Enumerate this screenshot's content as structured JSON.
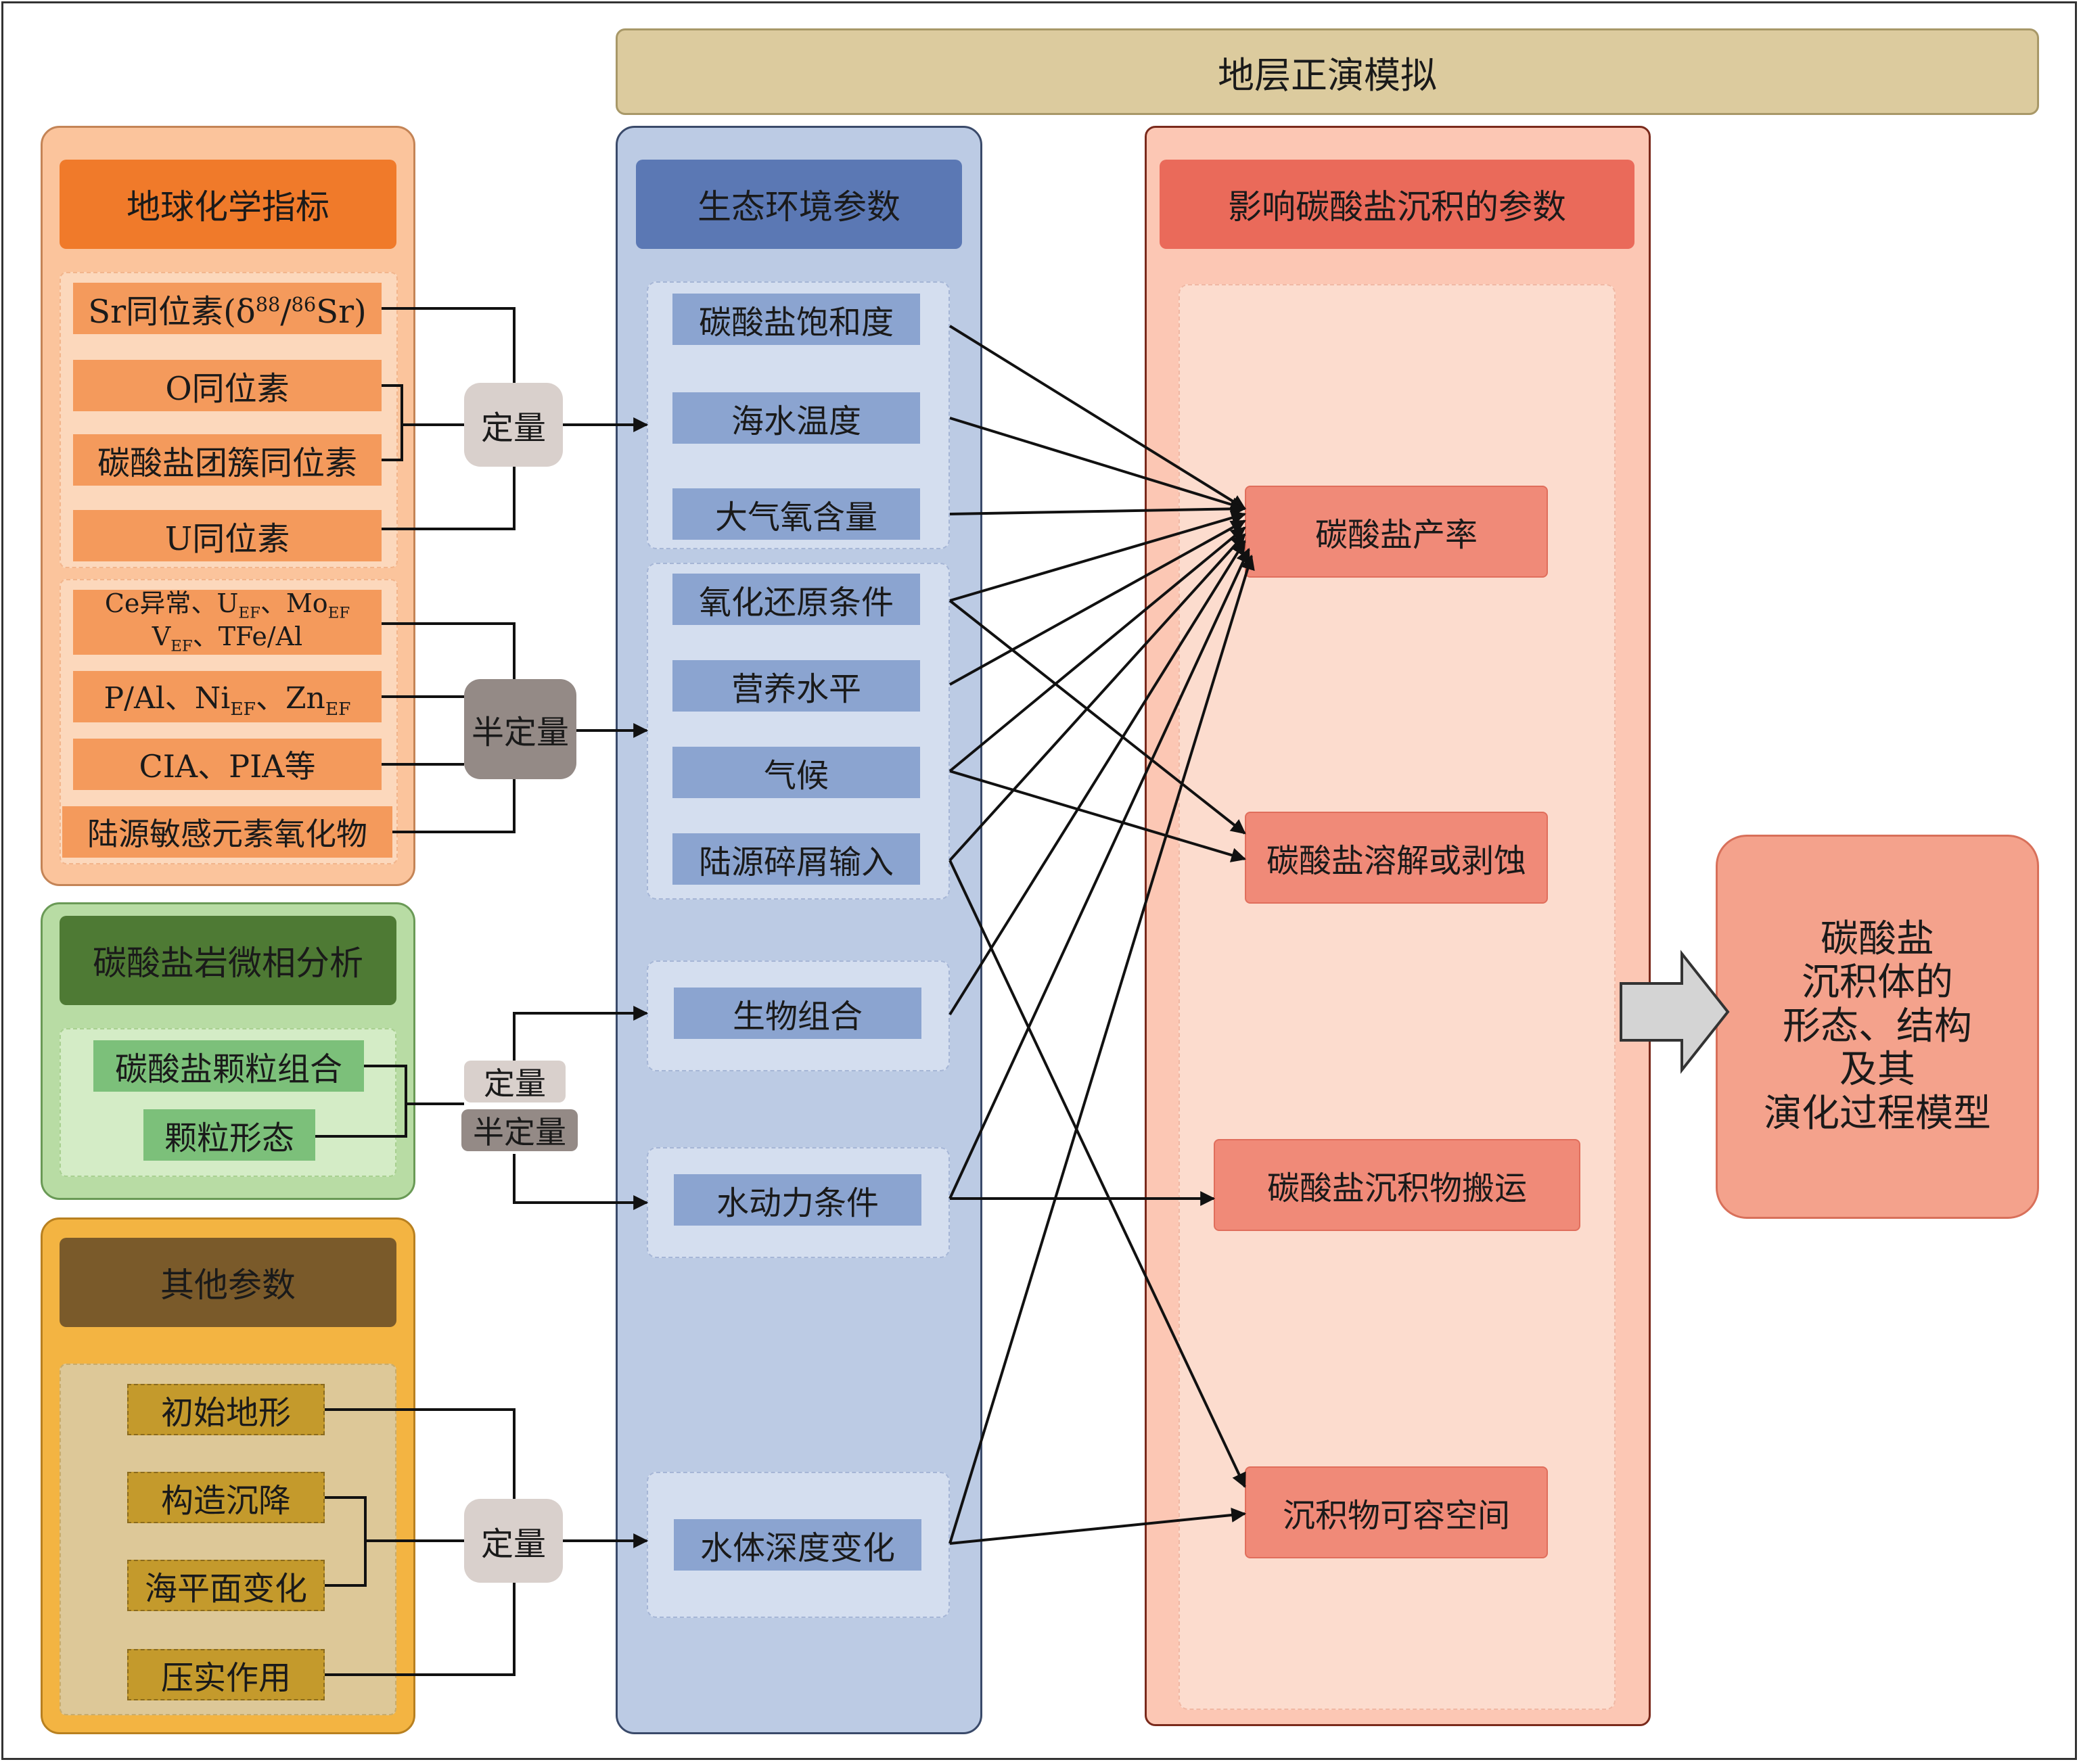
{
  "header": {
    "title": "地层正演模拟"
  },
  "geochem": {
    "title": "地球化学指标",
    "quant": [
      {
        "pre": "Sr同位素(δ",
        "sup1": "88",
        "mid": "/",
        "sup2": "86",
        "post": "Sr)"
      },
      {
        "text": "O同位素"
      },
      {
        "text": "碳酸盐团簇同位素"
      },
      {
        "text": "U同位素"
      }
    ],
    "semi": {
      "ce": {
        "a": "Ce异常、U",
        "a_sub": "EF",
        "b": "、Mo",
        "b_sub": "EF",
        "c": "V",
        "c_sub": "EF",
        "d": "、TFe/Al"
      },
      "pal": {
        "a": "P/Al、Ni",
        "a_sub": "EF",
        "b": "、Zn",
        "b_sub": "EF"
      },
      "cia": "CIA、PIA等",
      "terr": "陆源敏感元素氧化物"
    }
  },
  "micro": {
    "title": "碳酸盐岩微相分析",
    "items": [
      "碳酸盐颗粒组合",
      "颗粒形态"
    ]
  },
  "other": {
    "title": "其他参数",
    "items": [
      "初始地形",
      "构造沉降",
      "海平面变化",
      "压实作用"
    ]
  },
  "tags": {
    "quant": "定量",
    "semi": "半定量"
  },
  "eco": {
    "title": "生态环境参数",
    "items": [
      "碳酸盐饱和度",
      "海水温度",
      "大气氧含量",
      "氧化还原条件",
      "营养水平",
      "气候",
      "陆源碎屑输入",
      "生物组合",
      "水动力条件",
      "水体深度变化"
    ]
  },
  "factors": {
    "title": "影响碳酸盐沉积的参数",
    "items": [
      "碳酸盐产率",
      "碳酸盐溶解或剥蚀",
      "碳酸盐沉积物搬运",
      "沉积物可容空间"
    ]
  },
  "result": {
    "lines": [
      "碳酸盐",
      "沉积体的",
      "形态、结构",
      "及其",
      "演化过程模型"
    ]
  },
  "colors": {
    "geochem": "#f07a2a",
    "eco": "#5b78b4",
    "factors": "#ea6a5a",
    "micro": "#4e7a34",
    "other": "#7a5a2a"
  }
}
